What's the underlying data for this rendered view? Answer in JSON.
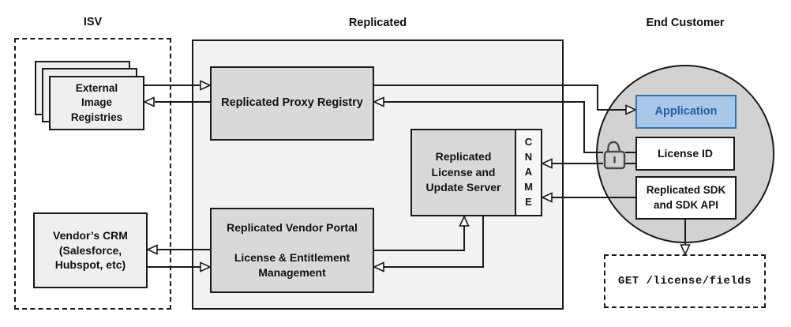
{
  "diagram": {
    "groups": {
      "isv": {
        "title": "ISV"
      },
      "replicated": {
        "title": "Replicated"
      },
      "end_customer": {
        "title": "End Customer"
      }
    },
    "nodes": {
      "external_registries": {
        "label": "External\nImage\nRegistries"
      },
      "vendor_crm": {
        "label": "Vendor’s CRM\n(Salesforce,\nHubspot, etc)"
      },
      "proxy_registry": {
        "label": "Replicated Proxy Registry"
      },
      "license_update_server": {
        "label": "Replicated\nLicense and\nUpdate Server",
        "cname_label": "CNAME"
      },
      "vendor_portal": {
        "label": "Replicated Vendor Portal\n\nLicense & Entitlement\nManagement"
      },
      "application": {
        "label": "Application"
      },
      "license_id": {
        "label": "License ID"
      },
      "replicated_sdk": {
        "label": "Replicated SDK\nand SDK API"
      },
      "get_endpoint": {
        "label": "GET /license/fields"
      }
    },
    "icons": {
      "lock": "open-padlock-icon"
    },
    "colors": {
      "line": "#1a1a1a",
      "container_fill": "#f2f2f2",
      "node_gray_fill": "#d9d9d9",
      "node_light_fill": "#efefef",
      "circle_fill": "#d2d2d2",
      "cname_fill": "#f7f7f7",
      "app_fill": "#a9c7e8",
      "app_border": "#2e75b5",
      "app_text": "#1f5fa8",
      "lock_stroke": "#4a4a4a"
    }
  }
}
